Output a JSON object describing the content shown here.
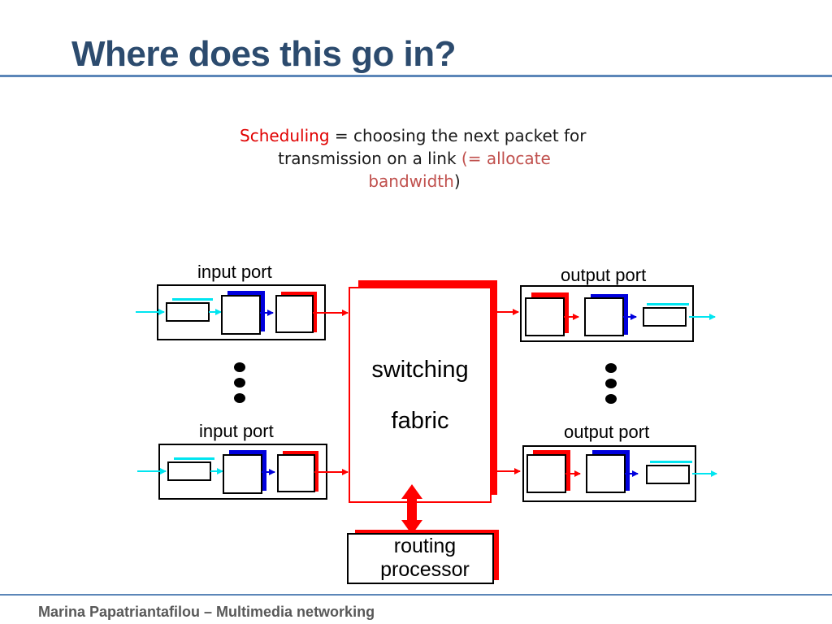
{
  "slide": {
    "title": "Where does this go in?",
    "footer": "Marina Papatriantafilou –  Multimedia networking"
  },
  "definition": {
    "term": "Scheduling",
    "text_1": " = choosing the next packet for",
    "text_2": "transmission on a link ",
    "paren": "(= allocate",
    "paren_2": "bandwidth",
    "close": ")"
  },
  "diagram": {
    "input_port_label": "input port",
    "output_port_label": "output port",
    "fabric_label_1": "switching",
    "fabric_label_2": "fabric",
    "routing_label_1": "routing",
    "routing_label_2": "processor",
    "colors": {
      "red": "#ff0000",
      "blue": "#0000dd",
      "cyan": "#00e5f0",
      "dark_red": "#cc0000"
    }
  }
}
